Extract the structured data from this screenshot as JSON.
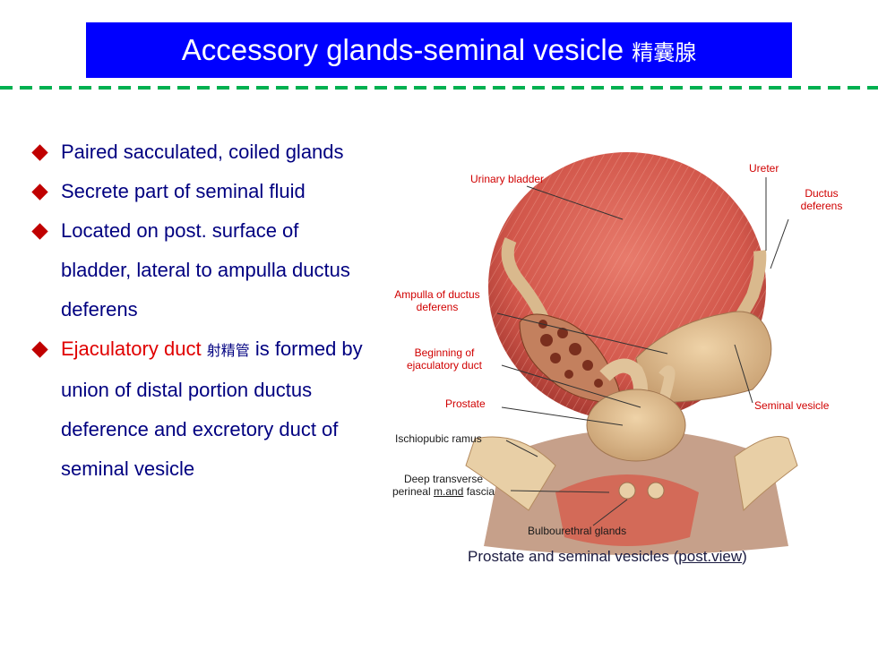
{
  "slide": {
    "title": "Accessory glands-seminal vesicle",
    "title_cjk": "精囊腺",
    "colors": {
      "title_bg": "#0000ff",
      "divider": "#00b050",
      "bullet": "#c00000",
      "text": "#000080",
      "highlight": "#e00000"
    }
  },
  "bullets": [
    {
      "text": "Paired sacculated, coiled glands"
    },
    {
      "text": "Secrete part of seminal fluid"
    },
    {
      "text": "Located on post. surface of bladder, lateral to ampulla ductus deferens"
    },
    {
      "highlight": "Ejaculatory",
      "text_after": "duct",
      "cjk": "射精管",
      "text_rest": "is formed by union of distal portion ductus deference and excretory duct of seminal vesicle"
    }
  ],
  "figure": {
    "labels": {
      "urinary_bladder": "Urinary bladder",
      "ureter": "Ureter",
      "ductus_deferens": "Ductus deferens",
      "ampulla": "Ampulla of ductus deferens",
      "beginning_ejaculatory": "Beginning of ejaculatory duct",
      "prostate": "Prostate",
      "seminal_vesicle": "Seminal vesicle",
      "ischiopubic": "Ischiopubic ramus",
      "deep_transverse_1": "Deep transverse",
      "deep_transverse_2a": "perineal",
      "deep_transverse_2b": "m.and",
      "deep_transverse_2c": "fascia",
      "bulbourethral": "Bulbourethral glands"
    },
    "caption_main": "Prostate and seminal vesicles (",
    "caption_link": "post.view",
    "caption_end": ")"
  }
}
